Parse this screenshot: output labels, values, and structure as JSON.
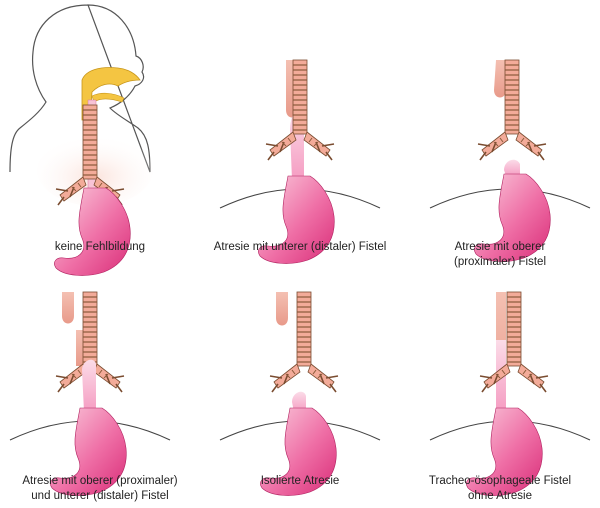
{
  "panels": [
    {
      "id": "normal",
      "caption": [
        "keine Fehlbildung"
      ]
    },
    {
      "id": "distal-fistula",
      "caption": [
        "Atresie mit unterer (distaler) Fistel"
      ]
    },
    {
      "id": "proximal-fistula",
      "caption": [
        "Atresie mit oberer",
        "(proximaler) Fistel"
      ]
    },
    {
      "id": "both-fistulae",
      "caption": [
        "Atresie mit oberer (proximaler)",
        "und unterer (distaler) Fistel"
      ]
    },
    {
      "id": "isolated",
      "caption": [
        "Isolierte Atresie"
      ]
    },
    {
      "id": "h-type",
      "caption": [
        "Tracheo-ösophageale Fistel",
        "ohne Atresie"
      ]
    }
  ],
  "colors": {
    "trachea": "#f3ab99",
    "trachea_ring": "#8a5a3a",
    "esophagus_pouch": "#f0b3a4",
    "stomach_light": "#f7b6cf",
    "stomach_dark": "#e23d86",
    "outline": "#555555",
    "airway_fill": "#f4c542",
    "chest_glow": "#fbe0d8"
  }
}
